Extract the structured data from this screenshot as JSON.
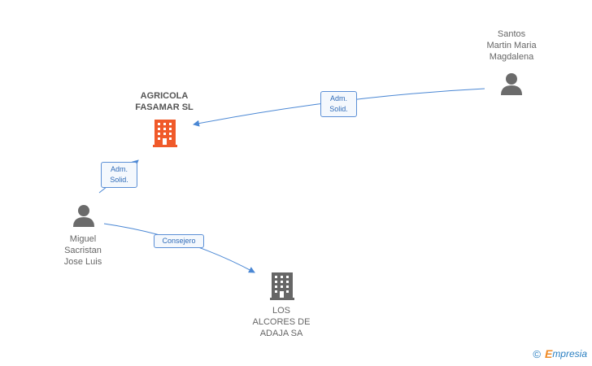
{
  "colors": {
    "edge": "#4a87d4",
    "person_icon": "#6b6b6b",
    "company_highlight": "#f05a2a",
    "company_normal": "#666666"
  },
  "nodes": {
    "agricola": {
      "type": "company",
      "icon": "building-icon",
      "lines": [
        "AGRICOLA",
        "FASAMAR SL"
      ]
    },
    "santos": {
      "type": "person",
      "icon": "person-icon",
      "lines": [
        "Santos",
        "Martin Maria",
        "Magdalena"
      ]
    },
    "miguel": {
      "type": "person",
      "icon": "person-icon",
      "lines": [
        "Miguel",
        "Sacristan",
        "Jose Luis"
      ]
    },
    "alcores": {
      "type": "company",
      "icon": "building-icon",
      "lines": [
        "LOS",
        "ALCORES DE",
        "ADAJA SA"
      ]
    }
  },
  "edges": {
    "santos_agricola": {
      "lines": [
        "Adm.",
        "Solid."
      ]
    },
    "miguel_agricola": {
      "lines": [
        "Adm.",
        "Solid."
      ]
    },
    "miguel_alcores": {
      "lines": [
        "Consejero"
      ]
    }
  },
  "brand": {
    "copyright": "©",
    "initial": "E",
    "rest": "mpresia"
  }
}
